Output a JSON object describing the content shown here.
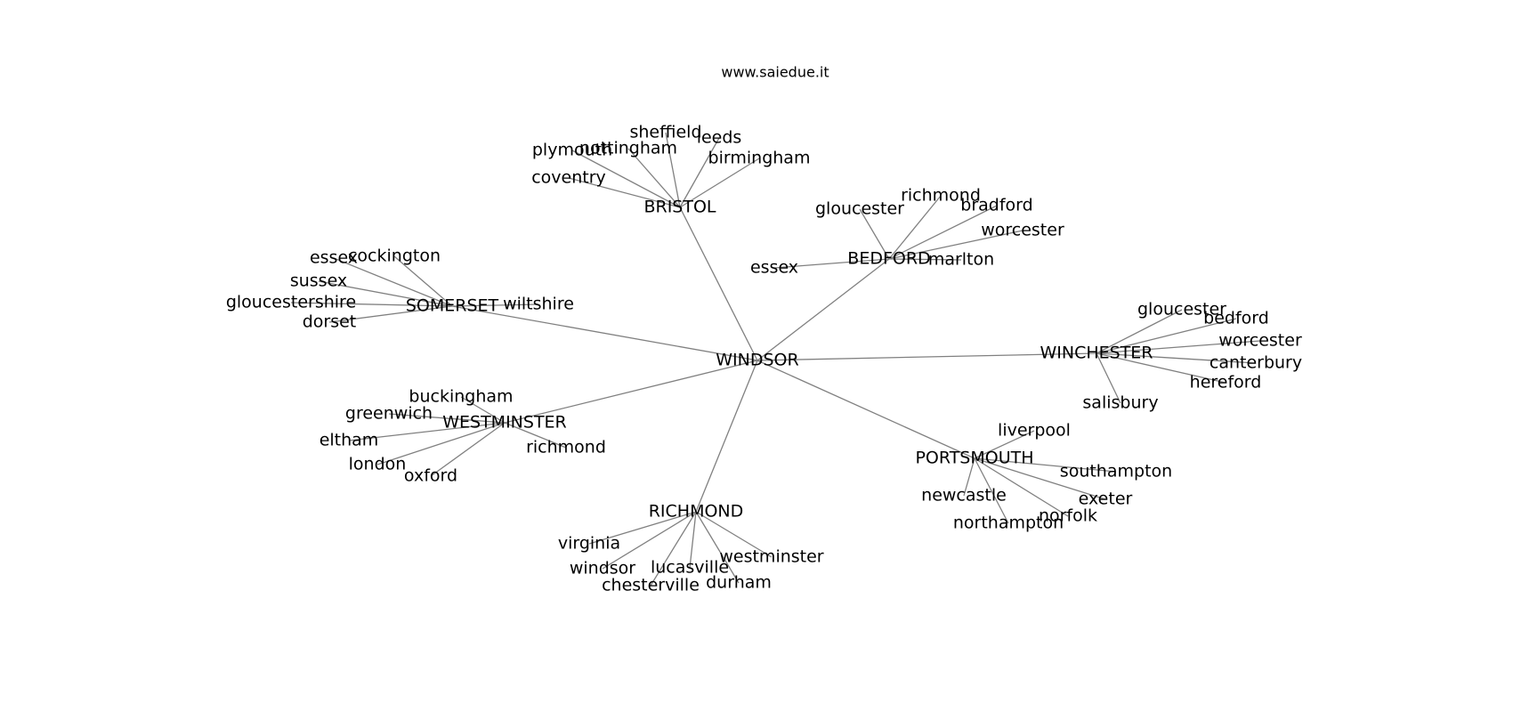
{
  "title": "www.saiedue.it",
  "nodes": [
    {
      "id": "WINDSOR",
      "label": "WINDSOR"
    },
    {
      "id": "BRISTOL",
      "label": "BRISTOL"
    },
    {
      "id": "BEDFORD",
      "label": "BEDFORD"
    },
    {
      "id": "SOMERSET",
      "label": "SOMERSET"
    },
    {
      "id": "WESTMINSTER",
      "label": "WESTMINSTER"
    },
    {
      "id": "RICHMOND",
      "label": "RICHMOND"
    },
    {
      "id": "PORTSMOUTH",
      "label": "PORTSMOUTH"
    },
    {
      "id": "WINCHESTER",
      "label": "WINCHESTER"
    },
    {
      "id": "bristol-plymouth",
      "label": "plymouth"
    },
    {
      "id": "bristol-nottingham",
      "label": "nottingham"
    },
    {
      "id": "bristol-sheffield",
      "label": "sheffield"
    },
    {
      "id": "bristol-leeds",
      "label": "leeds"
    },
    {
      "id": "bristol-birmingham",
      "label": "birmingham"
    },
    {
      "id": "bristol-coventry",
      "label": "coventry"
    },
    {
      "id": "bedford-gloucester",
      "label": "gloucester"
    },
    {
      "id": "bedford-richmond",
      "label": "richmond"
    },
    {
      "id": "bedford-bradford",
      "label": "bradford"
    },
    {
      "id": "bedford-worcester",
      "label": "worcester"
    },
    {
      "id": "bedford-marlton",
      "label": "marlton"
    },
    {
      "id": "bedford-essex",
      "label": "essex"
    },
    {
      "id": "somerset-essex",
      "label": "essex"
    },
    {
      "id": "somerset-cockington",
      "label": "cockington"
    },
    {
      "id": "somerset-sussex",
      "label": "sussex"
    },
    {
      "id": "somerset-gloucestershire",
      "label": "gloucestershire"
    },
    {
      "id": "somerset-dorset",
      "label": "dorset"
    },
    {
      "id": "somerset-wiltshire",
      "label": "wiltshire"
    },
    {
      "id": "westminster-buckingham",
      "label": "buckingham"
    },
    {
      "id": "westminster-greenwich",
      "label": "greenwich"
    },
    {
      "id": "westminster-eltham",
      "label": "eltham"
    },
    {
      "id": "westminster-london",
      "label": "london"
    },
    {
      "id": "westminster-oxford",
      "label": "oxford"
    },
    {
      "id": "westminster-richmond",
      "label": "richmond"
    },
    {
      "id": "richmond-virginia",
      "label": "virginia"
    },
    {
      "id": "richmond-windsor",
      "label": "windsor"
    },
    {
      "id": "richmond-chesterville",
      "label": "chesterville"
    },
    {
      "id": "richmond-lucasville",
      "label": "lucasville"
    },
    {
      "id": "richmond-durham",
      "label": "durham"
    },
    {
      "id": "richmond-westminster",
      "label": "westminster"
    },
    {
      "id": "portsmouth-liverpool",
      "label": "liverpool"
    },
    {
      "id": "portsmouth-southampton",
      "label": "southampton"
    },
    {
      "id": "portsmouth-exeter",
      "label": "exeter"
    },
    {
      "id": "portsmouth-norfolk",
      "label": "norfolk"
    },
    {
      "id": "portsmouth-northampton",
      "label": "northampton"
    },
    {
      "id": "portsmouth-newcastle",
      "label": "newcastle"
    },
    {
      "id": "winchester-gloucester",
      "label": "gloucester"
    },
    {
      "id": "winchester-bedford",
      "label": "bedford"
    },
    {
      "id": "winchester-worcester",
      "label": "worcester"
    },
    {
      "id": "winchester-canterbury",
      "label": "canterbury"
    },
    {
      "id": "winchester-hereford",
      "label": "hereford"
    },
    {
      "id": "winchester-salisbury",
      "label": "salisbury"
    }
  ],
  "edges": [
    [
      "WINDSOR",
      "BRISTOL"
    ],
    [
      "WINDSOR",
      "BEDFORD"
    ],
    [
      "WINDSOR",
      "SOMERSET"
    ],
    [
      "WINDSOR",
      "WESTMINSTER"
    ],
    [
      "WINDSOR",
      "RICHMOND"
    ],
    [
      "WINDSOR",
      "PORTSMOUTH"
    ],
    [
      "WINDSOR",
      "WINCHESTER"
    ],
    [
      "BRISTOL",
      "bristol-plymouth"
    ],
    [
      "BRISTOL",
      "bristol-nottingham"
    ],
    [
      "BRISTOL",
      "bristol-sheffield"
    ],
    [
      "BRISTOL",
      "bristol-leeds"
    ],
    [
      "BRISTOL",
      "bristol-birmingham"
    ],
    [
      "BRISTOL",
      "bristol-coventry"
    ],
    [
      "BEDFORD",
      "bedford-gloucester"
    ],
    [
      "BEDFORD",
      "bedford-richmond"
    ],
    [
      "BEDFORD",
      "bedford-bradford"
    ],
    [
      "BEDFORD",
      "bedford-worcester"
    ],
    [
      "BEDFORD",
      "bedford-marlton"
    ],
    [
      "BEDFORD",
      "bedford-essex"
    ],
    [
      "SOMERSET",
      "somerset-essex"
    ],
    [
      "SOMERSET",
      "somerset-cockington"
    ],
    [
      "SOMERSET",
      "somerset-sussex"
    ],
    [
      "SOMERSET",
      "somerset-gloucestershire"
    ],
    [
      "SOMERSET",
      "somerset-dorset"
    ],
    [
      "SOMERSET",
      "somerset-wiltshire"
    ],
    [
      "WESTMINSTER",
      "westminster-buckingham"
    ],
    [
      "WESTMINSTER",
      "westminster-greenwich"
    ],
    [
      "WESTMINSTER",
      "westminster-eltham"
    ],
    [
      "WESTMINSTER",
      "westminster-london"
    ],
    [
      "WESTMINSTER",
      "westminster-oxford"
    ],
    [
      "WESTMINSTER",
      "westminster-richmond"
    ],
    [
      "RICHMOND",
      "richmond-virginia"
    ],
    [
      "RICHMOND",
      "richmond-windsor"
    ],
    [
      "RICHMOND",
      "richmond-chesterville"
    ],
    [
      "RICHMOND",
      "richmond-lucasville"
    ],
    [
      "RICHMOND",
      "richmond-durham"
    ],
    [
      "RICHMOND",
      "richmond-westminster"
    ],
    [
      "PORTSMOUTH",
      "portsmouth-liverpool"
    ],
    [
      "PORTSMOUTH",
      "portsmouth-southampton"
    ],
    [
      "PORTSMOUTH",
      "portsmouth-exeter"
    ],
    [
      "PORTSMOUTH",
      "portsmouth-norfolk"
    ],
    [
      "PORTSMOUTH",
      "portsmouth-northampton"
    ],
    [
      "PORTSMOUTH",
      "portsmouth-newcastle"
    ],
    [
      "WINCHESTER",
      "winchester-gloucester"
    ],
    [
      "WINCHESTER",
      "winchester-bedford"
    ],
    [
      "WINCHESTER",
      "winchester-worcester"
    ],
    [
      "WINCHESTER",
      "winchester-canterbury"
    ],
    [
      "WINCHESTER",
      "winchester-hereford"
    ],
    [
      "WINCHESTER",
      "winchester-salisbury"
    ]
  ]
}
